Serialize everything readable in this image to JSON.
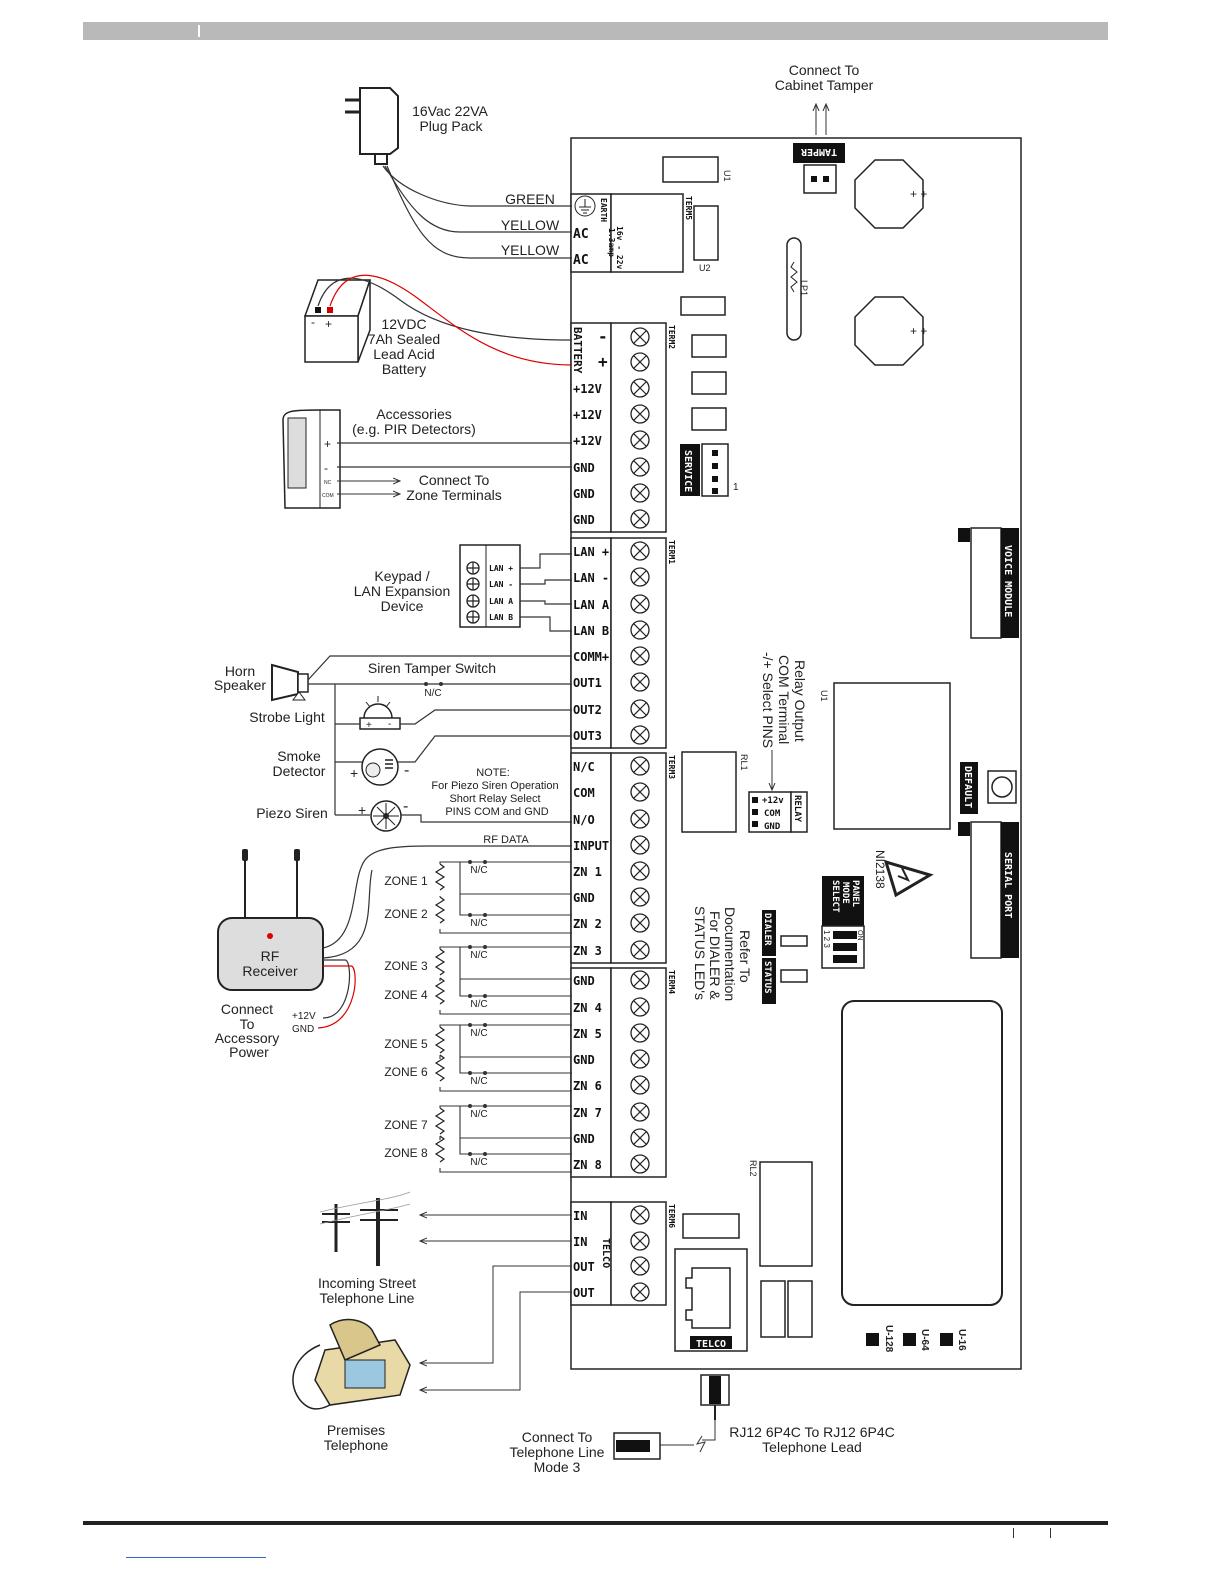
{
  "power": {
    "plug_pack": [
      "16Vac 22VA",
      "Plug Pack"
    ],
    "green": "GREEN",
    "yellow": "YELLOW",
    "earth_block": [
      "EARTH",
      "16v - 22v",
      "1.3amp"
    ],
    "ac": "AC",
    "battery_desc": [
      "12VDC",
      "7Ah Sealed",
      "Lead Acid",
      "Battery"
    ]
  },
  "tamper": {
    "connect": [
      "Connect To",
      "Cabinet Tamper"
    ],
    "label": "TAMPER"
  },
  "accessories": {
    "label": [
      "Accessories",
      "(e.g. PIR Detectors)"
    ],
    "connect": [
      "Connect To",
      "Zone Terminals"
    ],
    "nc": "NC",
    "com": "COM"
  },
  "keypad": {
    "label": [
      "Keypad /",
      "LAN Expansion",
      "Device"
    ],
    "pins": [
      "LAN +",
      "LAN  -",
      "LAN A",
      "LAN B"
    ]
  },
  "outputs": {
    "horn": [
      "Horn",
      "Speaker"
    ],
    "siren_tamper": "Siren Tamper Switch",
    "nc": "N/C",
    "strobe": "Strobe Light",
    "smoke": [
      "Smoke",
      "Detector"
    ],
    "piezo": "Piezo Siren",
    "note": [
      "NOTE:",
      "For Piezo Siren Operation",
      "Short Relay Select",
      "PINS COM and GND"
    ],
    "rf_data": "RF DATA"
  },
  "rf": {
    "receiver": [
      "RF",
      "Receiver"
    ],
    "connect": [
      "Connect",
      "To",
      "Accessory",
      "Power"
    ],
    "plus12": "+12V",
    "gnd": "GND"
  },
  "zones": [
    "ZONE 1",
    "ZONE 2",
    "ZONE 3",
    "ZONE 4",
    "ZONE 5",
    "ZONE 6",
    "ZONE 7",
    "ZONE 8"
  ],
  "terminals": {
    "term2": [
      "BATTERY -",
      "BATTERY +",
      "+12V",
      "+12V",
      "+12V",
      "GND",
      "GND",
      "GND"
    ],
    "term1": [
      "LAN +",
      "LAN -",
      "LAN A",
      "LAN B",
      "COMM+",
      "OUT1",
      "OUT2",
      "OUT3"
    ],
    "term3": [
      "N/C",
      "COM",
      "N/O",
      "INPUT",
      "ZN 1",
      "GND",
      "ZN 2",
      "ZN 3"
    ],
    "term4": [
      "GND",
      "ZN 4",
      "ZN 5",
      "GND",
      "ZN 6",
      "ZN 7",
      "GND",
      "ZN 8"
    ],
    "term6": [
      "IN",
      "IN",
      "OUT",
      "OUT"
    ],
    "names": [
      "TERM5",
      "TERM2",
      "TERM1",
      "TERM3",
      "TERM4",
      "TERM6"
    ]
  },
  "board": {
    "u1": "U1",
    "u2": "U2",
    "lp1": "LP1",
    "rl1": "RL1",
    "rl2": "RL2",
    "service": "SERVICE",
    "one": "1",
    "voice": "VOICE MODULE",
    "default": "DEFAULT",
    "serial": "SERIAL PORT",
    "relay_box": "RELAY",
    "relay_pins": [
      "+12v",
      "COM",
      "GND"
    ],
    "relay_note": [
      "Relay Output",
      "COM Terminal",
      "-/+ Select PINS"
    ],
    "panel_mode": [
      "PANEL",
      "MODE",
      "SELECT"
    ],
    "on": "ON",
    "dip_nums": "1 2 3",
    "ni": "NI2138",
    "dialer": "DIALER",
    "status": "STATUS",
    "refer": [
      "Refer To",
      "Documentation",
      "For DIALER &",
      "STATUS LED's"
    ],
    "telco": "TELCO",
    "u_labels": [
      "U-128",
      "U-64",
      "U-16"
    ]
  },
  "telephone": {
    "incoming": [
      "Incoming Street",
      "Telephone Line"
    ],
    "premises": [
      "Premises",
      "Telephone"
    ],
    "connect_mode": [
      "Connect To",
      "Telephone Line",
      "Mode 3"
    ],
    "rj12": [
      "RJ12 6P4C To RJ12 6P4C",
      "Telephone Lead"
    ]
  }
}
